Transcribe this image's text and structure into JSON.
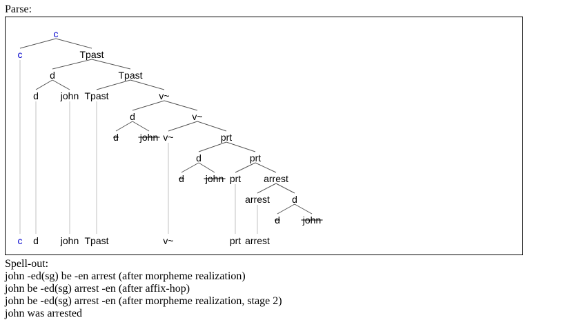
{
  "parse_label": "Parse:",
  "spellout_label": "Spell-out:",
  "spellout_lines": [
    "john -ed(sg) be -en arrest (after morpheme realization)",
    "john be -ed(sg) arrest -en (after affix-hop)",
    "john be -ed(sg) arrest -en (after morpheme realization, stage 2)",
    "john was arrested"
  ],
  "colors": {
    "node_text": "#000000",
    "complementizer": "#0000cc",
    "branch": "#555555",
    "trace_line": "#cccccc",
    "box_border": "#000000"
  },
  "tree": {
    "nodes": [
      {
        "id": "c_root",
        "label": "c",
        "color": "blue"
      },
      {
        "id": "c_head",
        "label": "c",
        "color": "blue"
      },
      {
        "id": "tp1",
        "label": "Tpast"
      },
      {
        "id": "d1",
        "label": "d"
      },
      {
        "id": "tp2",
        "label": "Tpast"
      },
      {
        "id": "d1_d",
        "label": "d"
      },
      {
        "id": "d1_john",
        "label": "john"
      },
      {
        "id": "tp2_head",
        "label": "Tpast"
      },
      {
        "id": "v1",
        "label": "v~"
      },
      {
        "id": "d2",
        "label": "d"
      },
      {
        "id": "v2",
        "label": "v~"
      },
      {
        "id": "d2_d",
        "label": "d",
        "struck": true
      },
      {
        "id": "d2_john",
        "label": "john",
        "struck": true
      },
      {
        "id": "v2_head",
        "label": "v~"
      },
      {
        "id": "prt1",
        "label": "prt"
      },
      {
        "id": "d3",
        "label": "d"
      },
      {
        "id": "prt2",
        "label": "prt"
      },
      {
        "id": "d3_d",
        "label": "d",
        "struck": true
      },
      {
        "id": "d3_john",
        "label": "john",
        "struck": true
      },
      {
        "id": "prt2_head",
        "label": "prt"
      },
      {
        "id": "arrest1",
        "label": "arrest"
      },
      {
        "id": "arrest_head",
        "label": "arrest"
      },
      {
        "id": "d4",
        "label": "d"
      },
      {
        "id": "d4_d",
        "label": "d",
        "struck": true
      },
      {
        "id": "d4_john",
        "label": "john",
        "struck": true
      }
    ],
    "edges": [
      [
        "c_root",
        "c_head"
      ],
      [
        "c_root",
        "tp1"
      ],
      [
        "tp1",
        "d1"
      ],
      [
        "tp1",
        "tp2"
      ],
      [
        "d1",
        "d1_d"
      ],
      [
        "d1",
        "d1_john"
      ],
      [
        "tp2",
        "tp2_head"
      ],
      [
        "tp2",
        "v1"
      ],
      [
        "v1",
        "d2"
      ],
      [
        "v1",
        "v2"
      ],
      [
        "d2",
        "d2_d"
      ],
      [
        "d2",
        "d2_john"
      ],
      [
        "v2",
        "v2_head"
      ],
      [
        "v2",
        "prt1"
      ],
      [
        "prt1",
        "d3"
      ],
      [
        "prt1",
        "prt2"
      ],
      [
        "d3",
        "d3_d"
      ],
      [
        "d3",
        "d3_john"
      ],
      [
        "prt2",
        "prt2_head"
      ],
      [
        "prt2",
        "arrest1"
      ],
      [
        "arrest1",
        "arrest_head"
      ],
      [
        "arrest1",
        "d4"
      ],
      [
        "d4",
        "d4_d"
      ],
      [
        "d4",
        "d4_john"
      ]
    ],
    "terminals": [
      {
        "source": "c_head",
        "label": "c",
        "color": "blue"
      },
      {
        "source": "d1_d",
        "label": "d"
      },
      {
        "source": "d1_john",
        "label": "john"
      },
      {
        "source": "tp2_head",
        "label": "Tpast"
      },
      {
        "source": "v2_head",
        "label": "v~"
      },
      {
        "source": "prt2_head",
        "label": "prt"
      },
      {
        "source": "arrest_head",
        "label": "arrest"
      }
    ]
  }
}
